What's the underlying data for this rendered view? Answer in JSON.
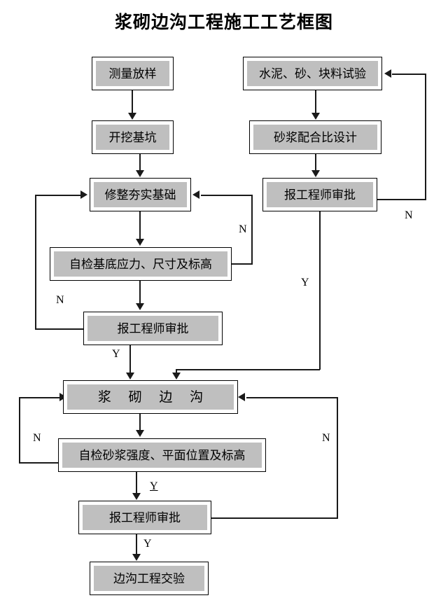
{
  "title": "浆砌边沟工程施工工艺框图",
  "colors": {
    "box_fill": "#bfbfbf",
    "box_border": "#000000",
    "line": "#1a1a1a",
    "page_background": "#ffffff",
    "text": "#000000"
  },
  "nodes": {
    "survey_setout": "测量放样",
    "excavate_pit": "开挖基坑",
    "trim_compact_foundation": "修整夯实基础",
    "self_check_base": "自检基底应力、尺寸及标高",
    "engineer_approval_1": "报工程师审批",
    "material_test": "水泥、砂、块料试验",
    "mortar_mix_design": "砂浆配合比设计",
    "engineer_approval_2": "报工程师审批",
    "mortar_ditch": "浆  砌  边  沟",
    "self_check_mortar": "自检砂浆强度、平面位置及标高",
    "engineer_approval_3": "报工程师审批",
    "ditch_acceptance": "边沟工程交验"
  },
  "edge_labels": {
    "base_check_no": "N",
    "approval1_no": "N",
    "approval1_yes": "Y",
    "approval2_no": "N",
    "approval2_yes": "Y",
    "mortar_check_no": "N",
    "mortar_check_yes": "Y",
    "approval3_no": "N",
    "approval3_yes": "Y"
  }
}
